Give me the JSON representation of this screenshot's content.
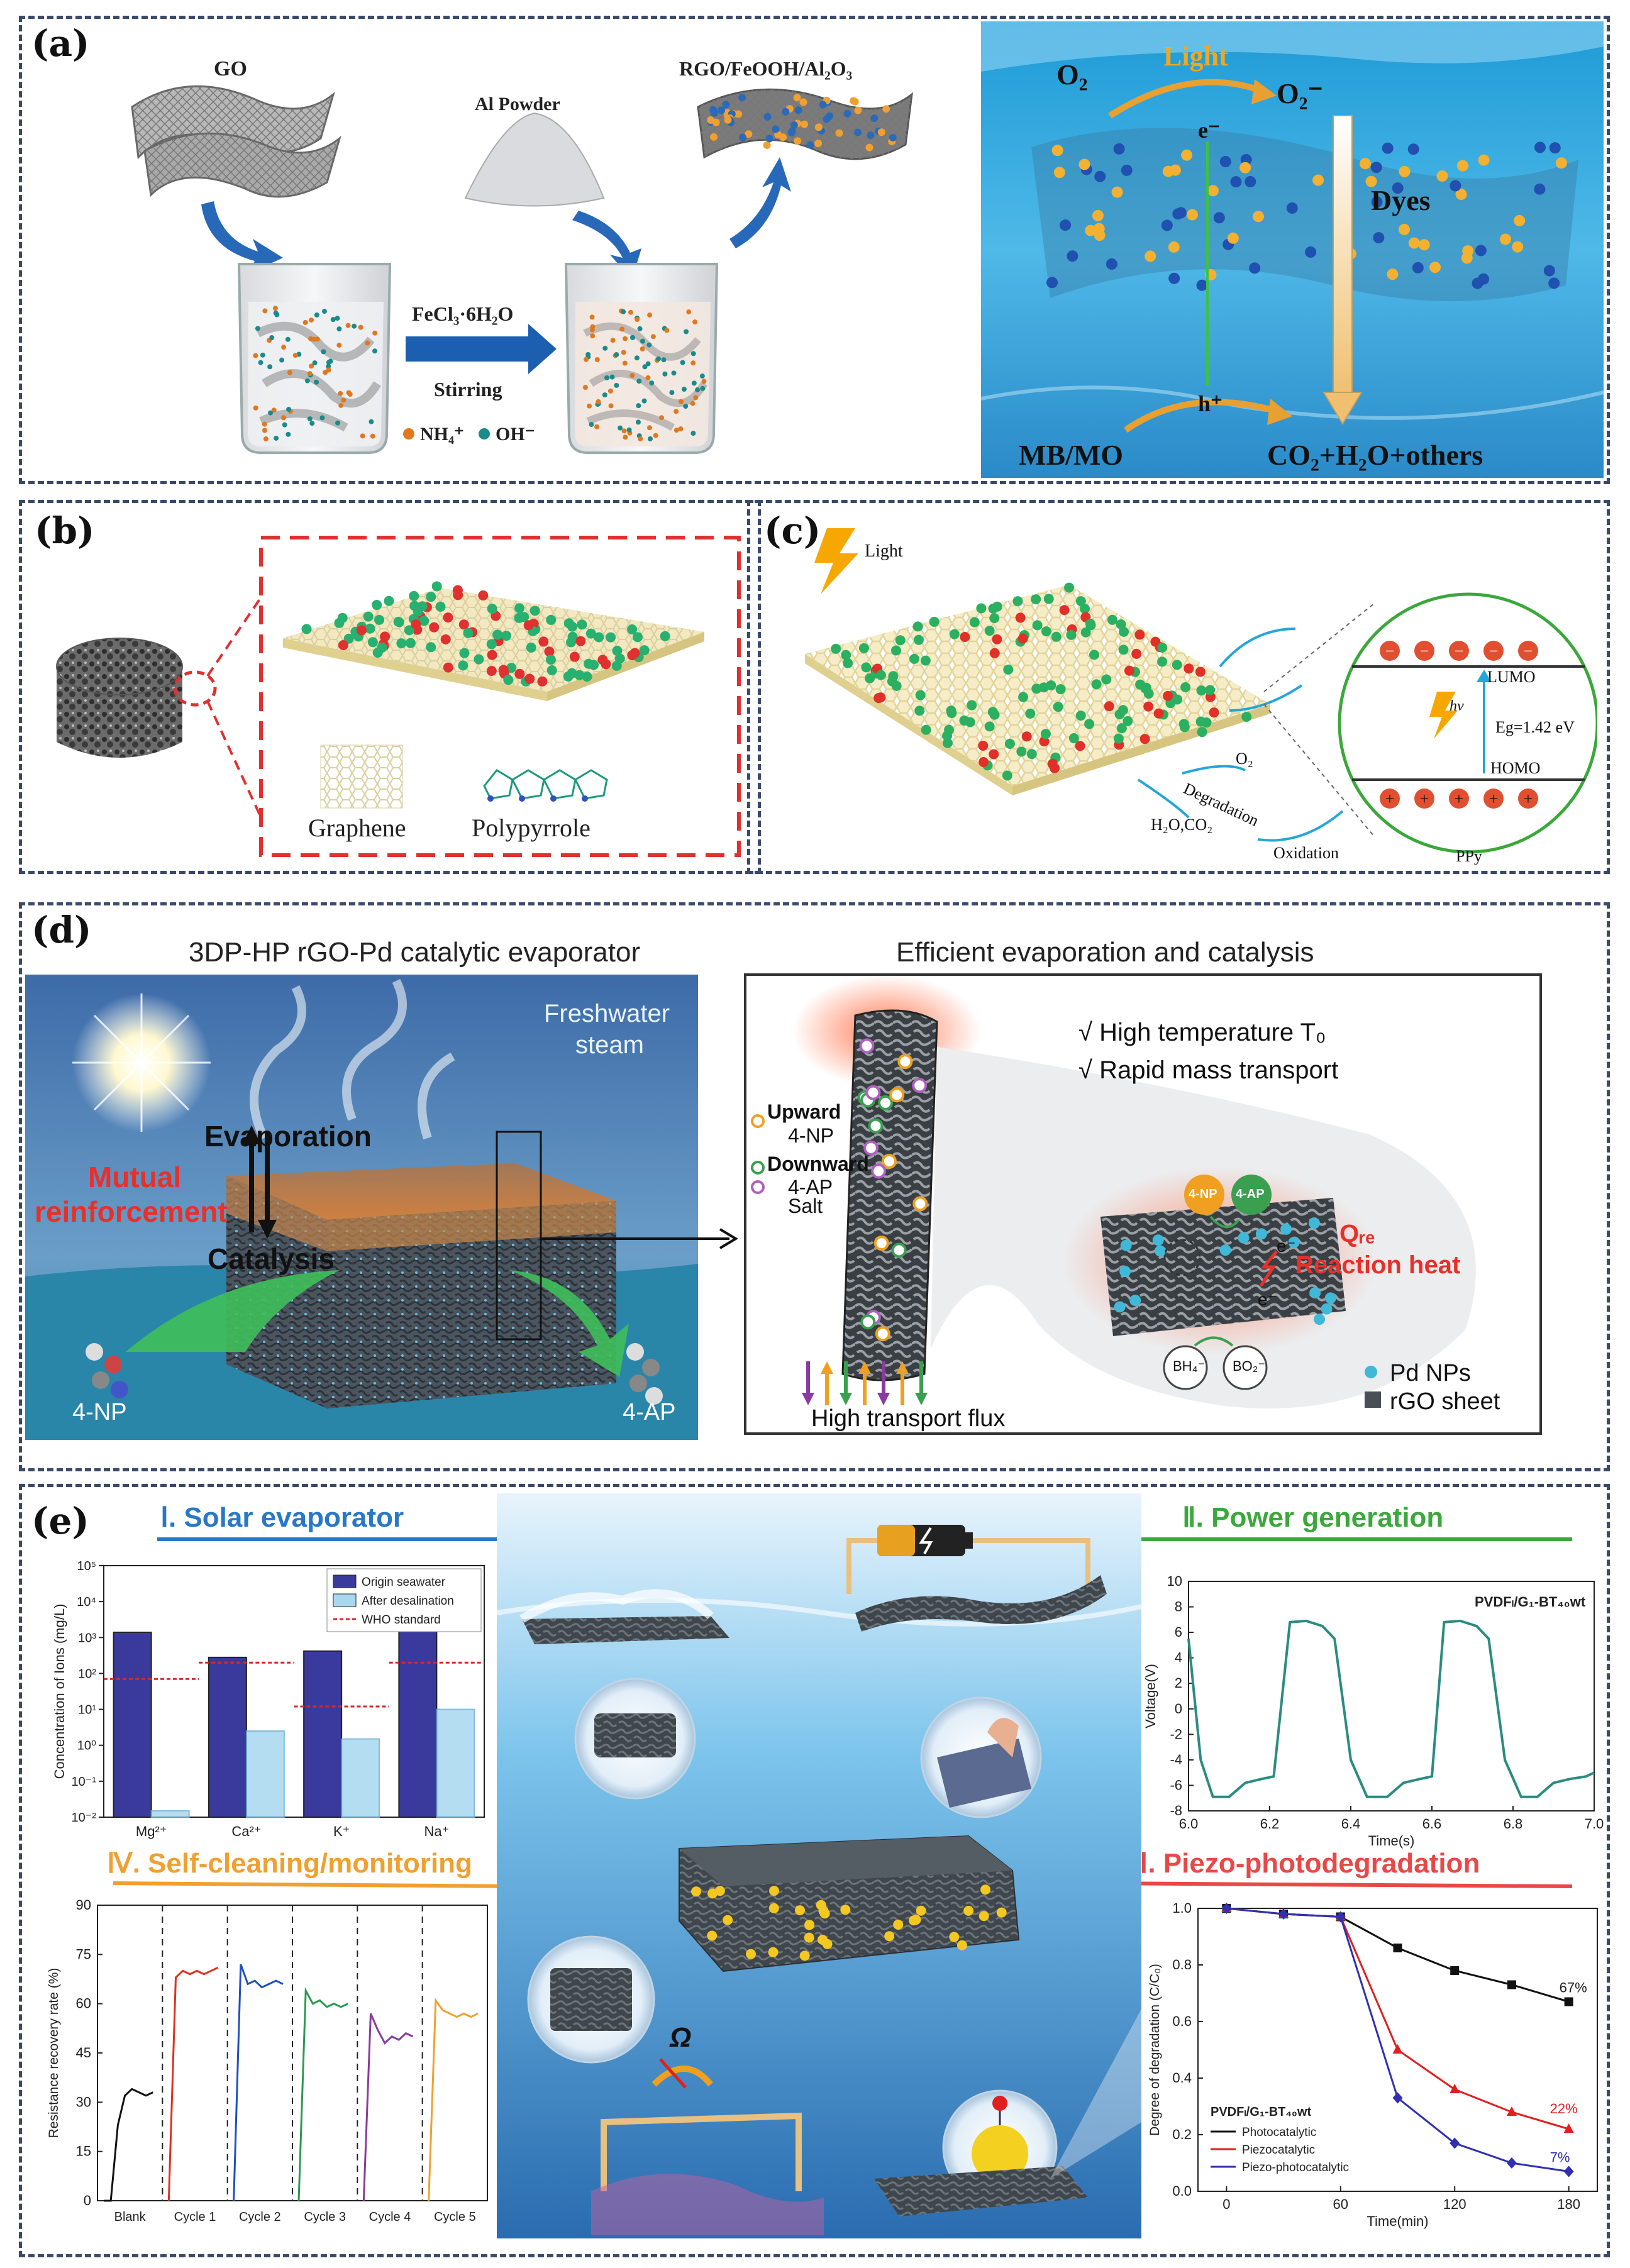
{
  "panel_a": {
    "label": "(a)",
    "go": "GO",
    "al_powder": "Al Powder",
    "product": "RGO/FeOOH/Al₂O₃",
    "reagent": "FeCl₃·6H₂O",
    "stirring": "Stirring",
    "nh4": "NH₄⁺",
    "oh": "OH⁻",
    "o2": "O₂",
    "light": "Light",
    "o2_minus": "O₂⁻",
    "electron": "e⁻",
    "dyes": "Dyes",
    "hole": "h⁺",
    "mbmo": "MB/MO",
    "products": "CO₂+H₂O+others"
  },
  "panel_b": {
    "label": "(b)",
    "graphene": "Graphene",
    "polypyrrole": "Polypyrrole"
  },
  "panel_c": {
    "label": "(c)",
    "light": "Light",
    "lumo": "LUMO",
    "hv": "hv",
    "eg": "Eg=1.42 eV",
    "homo": "HOMO",
    "o2": "O₂",
    "degradation": "Degradation",
    "h2o_co2": "H₂O,CO₂",
    "oxidation": "Oxidation",
    "ppy": "PPy"
  },
  "panel_d": {
    "label": "(d)",
    "title_left": "3DP-HP rGO-Pd catalytic evaporator",
    "title_right": "Efficient evaporation and catalysis",
    "freshwater": "Freshwater",
    "steam": "steam",
    "evaporation": "Evaporation",
    "mutual": "Mutual",
    "reinforcement": "reinforcement",
    "catalysis": "Catalysis",
    "np_left": "4-NP",
    "ap_right": "4-AP",
    "high_temp": "√ High temperature T₀",
    "rapid_mass": "√ Rapid mass transport",
    "upward": "Upward",
    "up_4np": "4-NP",
    "downward": "Downward",
    "down_4ap": "4-AP",
    "salt": "Salt",
    "high_flux": "High transport flux",
    "bubble_4np": "4-NP",
    "bubble_4ap": "4-AP",
    "q_re": "Qᵣₑ",
    "reaction_heat": "Reaction heat",
    "e1": "e⁻",
    "e2": "e⁻",
    "bh4": "BH₄⁻",
    "bo2": "BO₂⁻",
    "pd_nps": "Pd NPs",
    "rgo_sheet": "rGO sheet"
  },
  "panel_e": {
    "label": "(e)",
    "sec1": "Ⅰ. Solar evaporator",
    "sec2": "Ⅱ. Power generation",
    "sec3": "Ⅲ. Piezo-photodegradation",
    "sec4": "Ⅳ. Self-cleaning/monitoring",
    "omega": "Ω"
  },
  "chart_data": [
    {
      "type": "bar",
      "ylabel": "Concentration of Ions (mg/L)",
      "yscale": "log",
      "ylim": [
        0.01,
        100000
      ],
      "y_ticks": [
        "10⁻²",
        "10⁻¹",
        "10⁰",
        "10¹",
        "10²",
        "10³",
        "10⁴",
        "10⁵"
      ],
      "categories": [
        "Mg²⁺",
        "Ca²⁺",
        "K⁺",
        "Na⁺"
      ],
      "series": [
        {
          "name": "Origin seawater",
          "values": [
            1400,
            280,
            420,
            8000
          ],
          "color": "#3a3a9c"
        },
        {
          "name": "After desalination",
          "values": [
            0.015,
            2.5,
            1.5,
            10
          ],
          "color": "#a8d8f0"
        },
        {
          "name": "WHO standard",
          "values": [
            70,
            200,
            12,
            200
          ],
          "color": "#d42a2a"
        }
      ],
      "legend_position": "top-right"
    },
    {
      "type": "line",
      "title": "PVDFₗ/G₁-BT₄₀wt",
      "xlabel": "Time(s)",
      "ylabel": "Voltage(V)",
      "xlim": [
        6.0,
        7.0
      ],
      "ylim": [
        -8,
        10
      ],
      "x_ticks": [
        "6.0",
        "6.2",
        "6.4",
        "6.6",
        "6.8",
        "7.0"
      ],
      "y_ticks": [
        "-8",
        "-6",
        "-4",
        "-2",
        "0",
        "2",
        "4",
        "6",
        "8",
        "10"
      ],
      "series": [
        {
          "name": "",
          "color": "#2a8c80",
          "x": [
            6.0,
            6.03,
            6.06,
            6.1,
            6.14,
            6.18,
            6.21,
            6.25,
            6.29,
            6.33,
            6.36,
            6.4,
            6.44,
            6.49,
            6.53,
            6.57,
            6.6,
            6.63,
            6.67,
            6.71,
            6.74,
            6.78,
            6.82,
            6.86,
            6.9,
            6.94,
            6.98,
            7.0
          ],
          "y": [
            5.5,
            -4,
            -6.9,
            -6.9,
            -5.8,
            -5.5,
            -5.3,
            6.8,
            6.9,
            6.5,
            5.5,
            -4,
            -6.9,
            -6.9,
            -5.8,
            -5.5,
            -5.3,
            6.8,
            6.9,
            6.5,
            5.5,
            -4,
            -6.9,
            -6.9,
            -5.8,
            -5.5,
            -5.3,
            -5.0
          ]
        }
      ]
    },
    {
      "type": "line",
      "ylabel": "Resistance recovery rate (%)",
      "ylim": [
        0,
        90
      ],
      "y_ticks": [
        "0",
        "15",
        "30",
        "45",
        "60",
        "75",
        "90"
      ],
      "categories": [
        "Blank",
        "Cycle 1",
        "Cycle 2",
        "Cycle 3",
        "Cycle 4",
        "Cycle 5"
      ],
      "series": [
        {
          "name": "Blank",
          "color": "#111111",
          "values": [
            0,
            0,
            23,
            32,
            34,
            33,
            32,
            33
          ]
        },
        {
          "name": "Cycle 1",
          "color": "#e03020",
          "values": [
            0,
            68,
            70,
            69,
            70,
            69,
            70,
            71
          ]
        },
        {
          "name": "Cycle 2",
          "color": "#2050c0",
          "values": [
            0,
            72,
            66,
            67,
            65,
            66,
            67,
            66
          ]
        },
        {
          "name": "Cycle 3",
          "color": "#2a9a50",
          "values": [
            0,
            64,
            60,
            61,
            59,
            60,
            59,
            60
          ]
        },
        {
          "name": "Cycle 4",
          "color": "#8a3aa0",
          "values": [
            0,
            57,
            52,
            48,
            50,
            49,
            51,
            50
          ]
        },
        {
          "name": "Cycle 5",
          "color": "#f0a030",
          "values": [
            0,
            61,
            58,
            57,
            56,
            57,
            56,
            57
          ]
        }
      ]
    },
    {
      "type": "line",
      "title": "PVDFₗ/G₁-BT₄₀wt",
      "xlabel": "Time(min)",
      "ylabel": "Degree of degradation (C/C₀)",
      "xlim": [
        -15,
        195
      ],
      "ylim": [
        0,
        1.0
      ],
      "x_ticks": [
        "0",
        "60",
        "120",
        "180"
      ],
      "y_ticks": [
        "0.0",
        "0.2",
        "0.4",
        "0.6",
        "0.8",
        "1.0"
      ],
      "x": [
        0,
        30,
        60,
        90,
        120,
        150,
        180
      ],
      "series": [
        {
          "name": "Photocatalytic",
          "color": "#111111",
          "marker": "square",
          "values": [
            1.0,
            0.98,
            0.97,
            0.86,
            0.78,
            0.73,
            0.67
          ]
        },
        {
          "name": "Piezocatalytic",
          "color": "#e02020",
          "marker": "triangle",
          "values": [
            1.0,
            0.98,
            0.97,
            0.5,
            0.36,
            0.28,
            0.22
          ]
        },
        {
          "name": "Piezo-photocatalytic",
          "color": "#3030b0",
          "marker": "diamond",
          "values": [
            1.0,
            0.98,
            0.97,
            0.33,
            0.17,
            0.1,
            0.07
          ]
        }
      ],
      "annotations": [
        "67%",
        "22%",
        "7%"
      ],
      "legend_position": "bottom-left"
    }
  ]
}
